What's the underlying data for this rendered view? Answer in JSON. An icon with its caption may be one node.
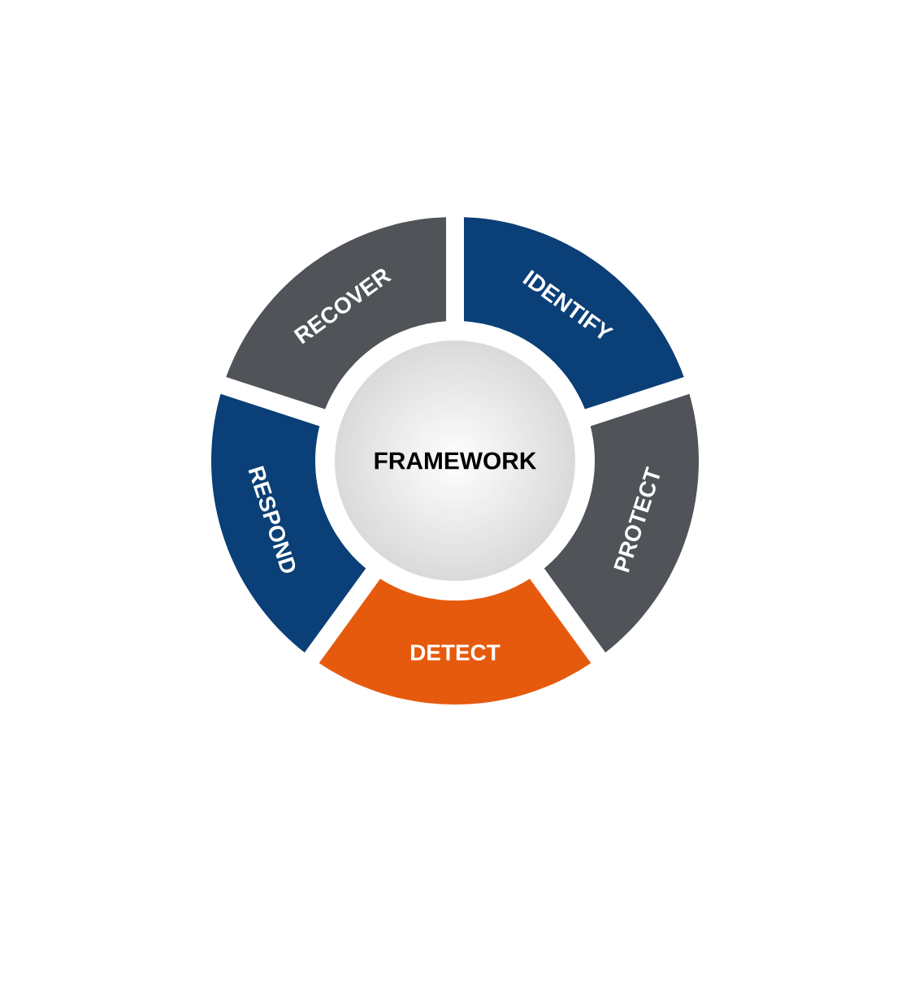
{
  "diagram": {
    "nodes": [
      {
        "text": [
          "FRAMEWORK"
        ]
      },
      {
        "text": [
          "IDENTIFY"
        ]
      },
      {
        "text": [
          "PROTECT"
        ]
      },
      {
        "text": [
          "DETECT"
        ]
      },
      {
        "text": [
          "RESPOND"
        ]
      },
      {
        "text": [
          "RECOVER"
        ]
      }
    ]
  }
}
